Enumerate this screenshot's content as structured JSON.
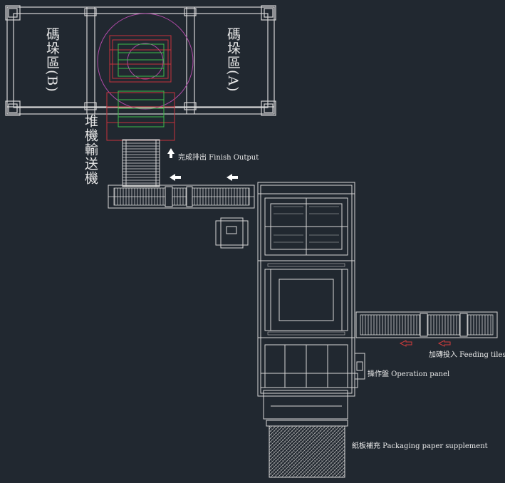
{
  "labels": {
    "zone_b": "碼垛區(B)",
    "zone_a": "碼垛區(A)",
    "stacker_conveyor": "堆機輸送機",
    "finish_output": "完成排出 Finish Output",
    "feeding_tiles": "加磚投入 Feeding tiles",
    "operation_panel": "操作盤 Operation panel",
    "paper_supplement": "紙板補充 Packaging paper supplement"
  },
  "colors": {
    "background": "#212830",
    "line": "#d6d6d6",
    "outline_red": "#c8323c",
    "outline_green": "#3cbe4a",
    "outline_magenta": "#b04aa8",
    "arrow_red": "#d23c3c",
    "arrow_white": "#ffffff"
  }
}
